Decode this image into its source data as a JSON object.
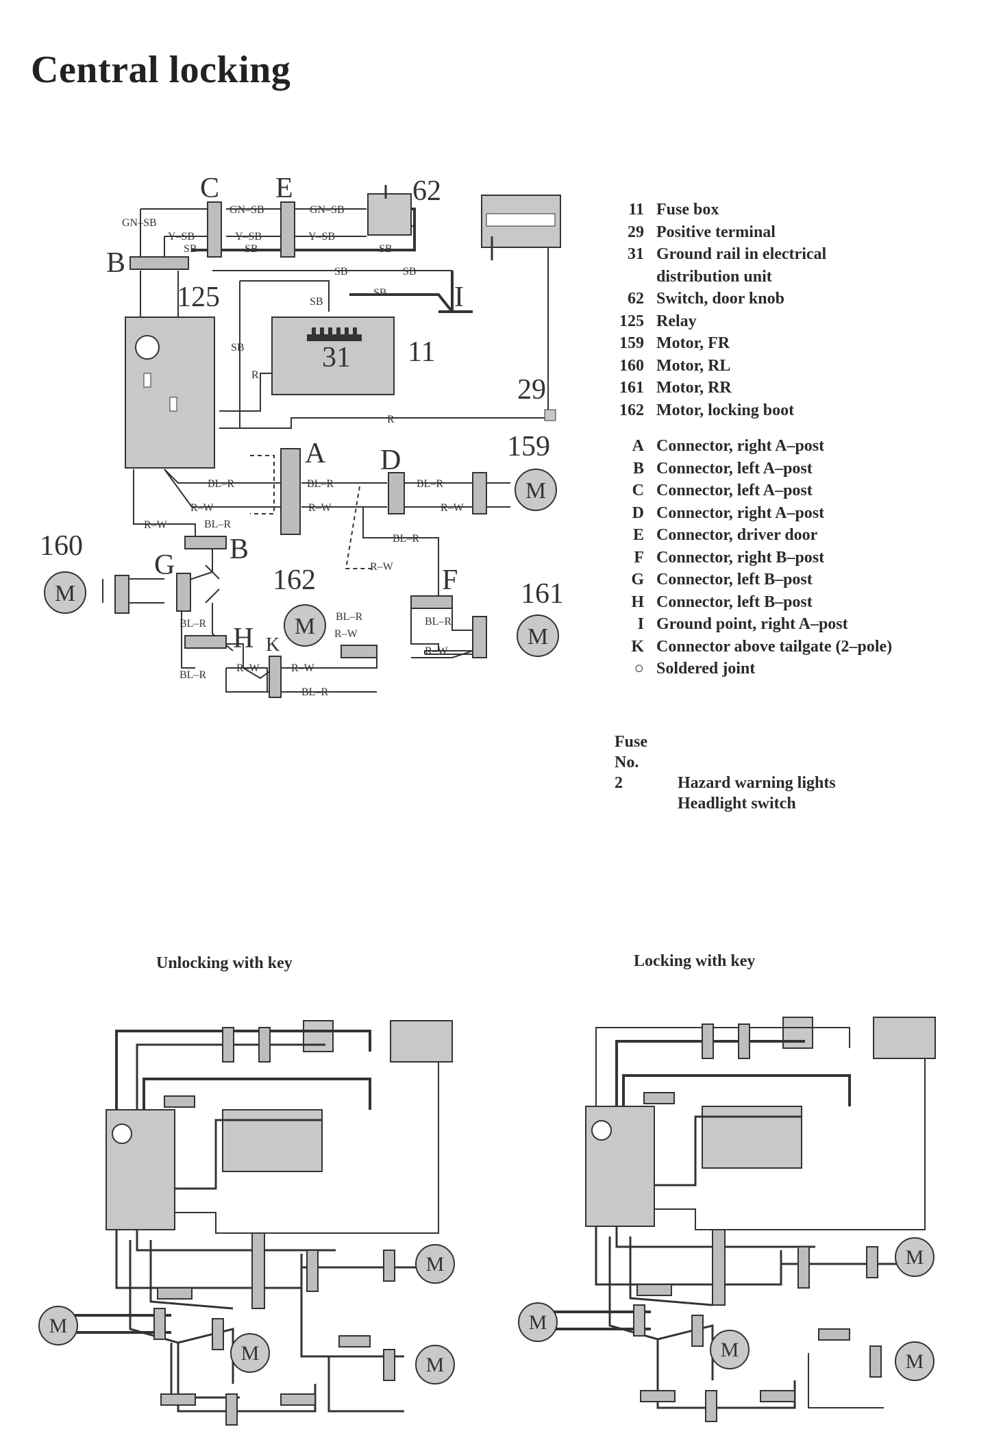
{
  "title": "Central locking",
  "legend": [
    {
      "key": "11",
      "label": "Fuse box"
    },
    {
      "key": "29",
      "label": "Positive terminal"
    },
    {
      "key": "31",
      "label": "Ground rail in electrical"
    },
    {
      "key": "",
      "label": "distribution unit"
    },
    {
      "key": "62",
      "label": "Switch, door knob"
    },
    {
      "key": "125",
      "label": "Relay"
    },
    {
      "key": "159",
      "label": "Motor, FR"
    },
    {
      "key": "160",
      "label": "Motor, RL"
    },
    {
      "key": "161",
      "label": "Motor, RR"
    },
    {
      "key": "162",
      "label": "Motor, locking boot"
    },
    {
      "key": "A",
      "label": "Connector, right A–post"
    },
    {
      "key": "B",
      "label": "Connector, left A–post"
    },
    {
      "key": "C",
      "label": "Connector, left A–post"
    },
    {
      "key": "D",
      "label": "Connector, right A–post"
    },
    {
      "key": "E",
      "label": "Connector, driver door"
    },
    {
      "key": "F",
      "label": "Connector, right B–post"
    },
    {
      "key": "G",
      "label": "Connector, left B–post"
    },
    {
      "key": "H",
      "label": "Connector, left B–post"
    },
    {
      "key": "I",
      "label": "Ground point, right A–post"
    },
    {
      "key": "K",
      "label": "Connector above tailgate (2–pole)"
    },
    {
      "key": "○",
      "label": "Soldered joint"
    }
  ],
  "fuse": {
    "heading1": "Fuse",
    "heading2": "No.",
    "number": "2",
    "items": [
      "Hazard warning lights",
      "Headlight switch"
    ]
  },
  "subdiagrams": {
    "unlock_label": "Unlocking with key",
    "lock_label": "Locking with key"
  },
  "diagram_labels": {
    "components": [
      "C",
      "E",
      "62",
      "B",
      "125",
      "11",
      "31",
      "29",
      "I",
      "A",
      "D",
      "159",
      "160",
      "G",
      "B",
      "162",
      "F",
      "161",
      "H",
      "K"
    ],
    "wires": [
      "GN–SB",
      "Y–SB",
      "SB",
      "R",
      "BL–R",
      "R–W"
    ],
    "motor": "M"
  },
  "colors": {
    "line": "#333333",
    "connector_fill": "#bdbdbd",
    "box_fill": "#c8c8c8",
    "motor_fill": "#c9c9c9"
  }
}
